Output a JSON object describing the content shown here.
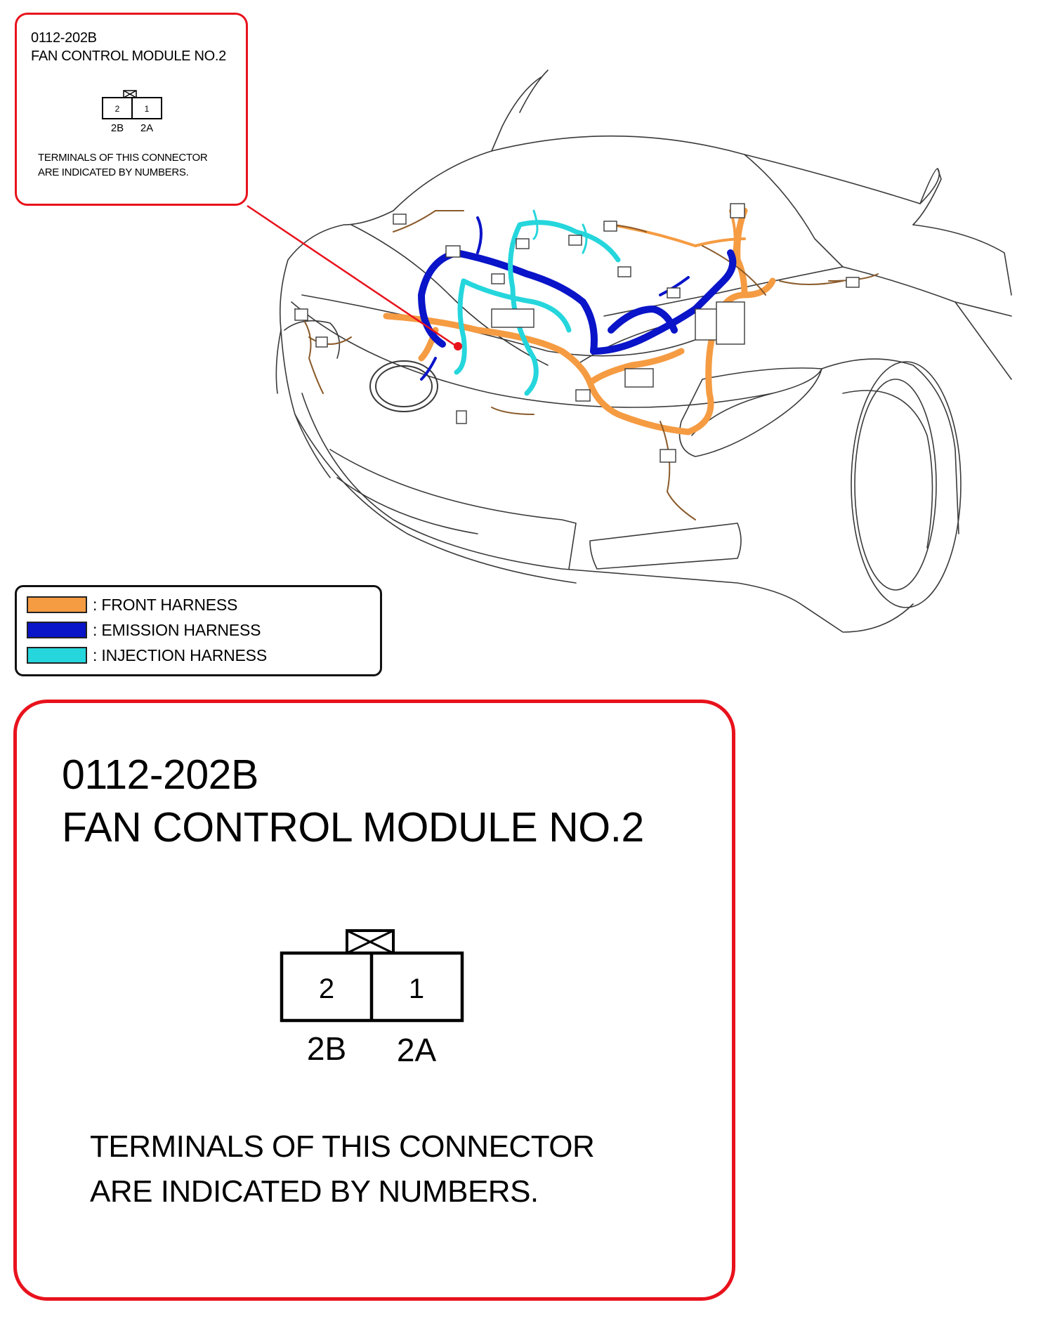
{
  "connector": {
    "code": "0112-202B",
    "name": "FAN CONTROL MODULE NO.2",
    "terminals": [
      {
        "number": "2",
        "pin": "2B"
      },
      {
        "number": "1",
        "pin": "2A"
      }
    ],
    "note_line1": "TERMINALS OF THIS CONNECTOR",
    "note_line2": "ARE INDICATED BY NUMBERS."
  },
  "legend": {
    "items": [
      {
        "label": ": FRONT HARNESS",
        "color": "#f59b42"
      },
      {
        "label": ": EMISSION HARNESS",
        "color": "#0a14c8"
      },
      {
        "label": ": INJECTION HARNESS",
        "color": "#25d6dc"
      }
    ]
  },
  "colors": {
    "callout_border": "#e8121c",
    "front_harness": "#f59b42",
    "emission_harness": "#0a14c8",
    "injection_harness": "#25d6dc",
    "location_marker": "#e8121c"
  }
}
